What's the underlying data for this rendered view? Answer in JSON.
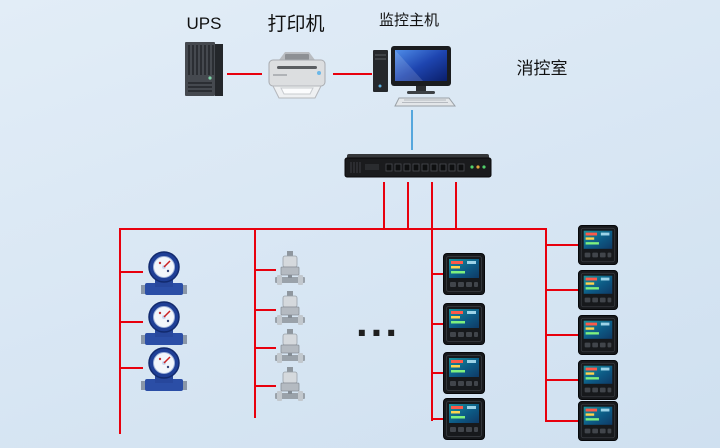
{
  "diagram": {
    "labels": {
      "ups": "UPS",
      "printer": "打印机",
      "monitoring_host": "监控主机",
      "control_room": "消控室",
      "ellipsis": "..."
    },
    "colors": {
      "background_top": "#e2edf7",
      "background_bottom": "#cfe0f0",
      "line_red": "#e8000d",
      "line_blue": "#55a7dd",
      "label_text": "#111111"
    },
    "icons": {
      "ups": "ups-tower-icon",
      "printer": "printer-icon",
      "monitoring_host": "computer-host-icon",
      "collector": "rack-switch-icon",
      "water_meter": "water-meter-icon",
      "valve_sensor": "valve-sensor-icon",
      "panel_meter": "digital-panel-meter-icon"
    },
    "device_counts": {
      "water_meters": 3,
      "valve_sensors": 4,
      "panel_meters_left_column": 4,
      "panel_meters_right_column": 5
    }
  }
}
